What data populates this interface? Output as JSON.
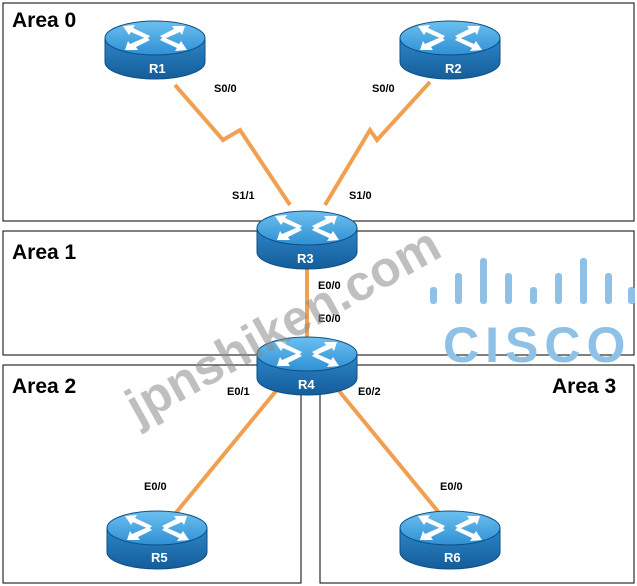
{
  "areas": {
    "area0": "Area 0",
    "area1": "Area 1",
    "area2": "Area 2",
    "area3": "Area 3"
  },
  "routers": {
    "r1": "R1",
    "r2": "R2",
    "r3": "R3",
    "r4": "R4",
    "r5": "R5",
    "r6": "R6"
  },
  "interfaces": {
    "r1_s00": "S0/0",
    "r2_s00": "S0/0",
    "r3_s11": "S1/1",
    "r3_s10": "S1/0",
    "r3_e00": "E0/0",
    "r4_e00": "E0/0",
    "r4_e01": "E0/1",
    "r4_e02": "E0/2",
    "r5_e00": "E0/0",
    "r6_e00": "E0/0"
  },
  "watermark": "jpnshiken.com",
  "logo": "CISCO",
  "colors": {
    "link": "#f0a050",
    "router_top": "#3c9cd9",
    "router_side": "#1e74b8",
    "logo": "#8fc0e6"
  }
}
